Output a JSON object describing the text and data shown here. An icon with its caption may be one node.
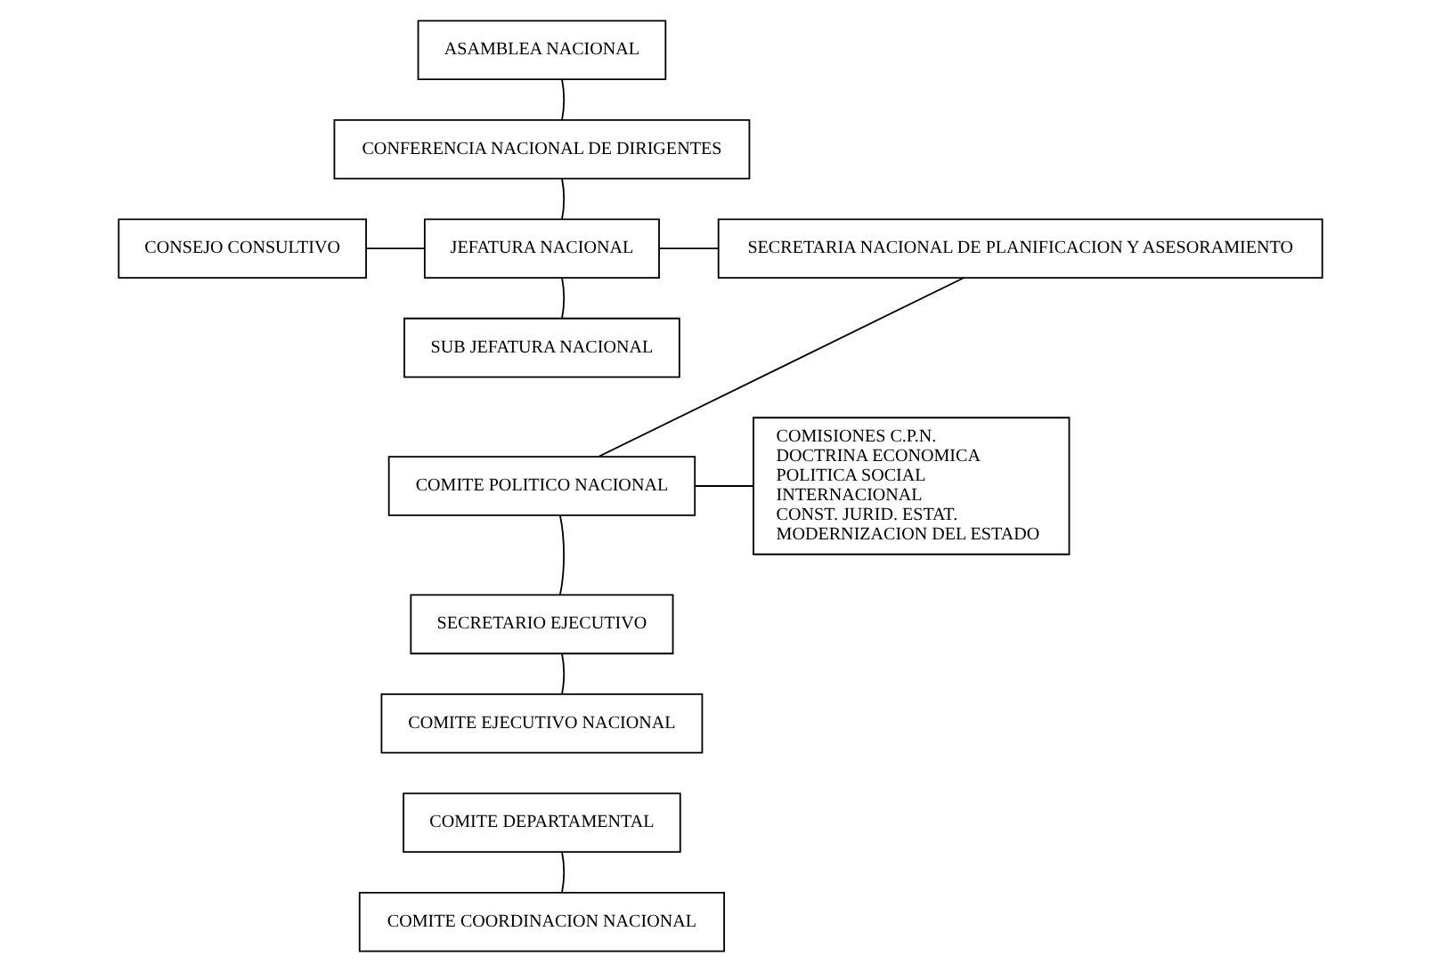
{
  "diagram": {
    "nodes": [
      {
        "text": [
          "ASAMBLEA NACIONAL"
        ]
      },
      {
        "text": [
          "CONFERENCIA NACIONAL DE DIRIGENTES"
        ]
      },
      {
        "text": [
          "CONSEJO CONSULTIVO"
        ]
      },
      {
        "text": [
          "JEFATURA NACIONAL"
        ]
      },
      {
        "text": [
          "SECRETARIA NACIONAL DE PLANIFICACION Y ASESORAMIENTO"
        ]
      },
      {
        "text": [
          "COMISIONES C.P.N.",
          "DOCTRINA ECONOMICA",
          "POLITICA SOCIAL",
          "INTERNACIONAL",
          "CONST. JURID. ESTAT.",
          "MODERNIZACION DEL ESTADO"
        ]
      },
      {
        "text": [
          "SUB JEFATURA NACIONAL"
        ]
      },
      {
        "text": [
          "COMITE POLITICO NACIONAL"
        ]
      },
      {
        "text": [
          "SECRETARIO EJECUTIVO"
        ]
      },
      {
        "text": [
          "COMITE EJECUTIVO NACIONAL"
        ]
      },
      {
        "text": [
          "COMITE DEPARTAMENTAL"
        ]
      },
      {
        "text": [
          "COMITE COORDINACION NACIONAL"
        ]
      }
    ],
    "edges": [
      {
        "from": 0,
        "to": 1,
        "arrow": "none"
      },
      {
        "from": 1,
        "to": 3,
        "arrow": "none"
      },
      {
        "from": 2,
        "to": 3,
        "arrow": "none"
      },
      {
        "from": 3,
        "to": 4,
        "arrow": "none"
      },
      {
        "from": 3,
        "to": 6,
        "arrow": "none"
      },
      {
        "from": 7,
        "to": 5,
        "arrow": "none"
      },
      {
        "from": 7,
        "to": 4,
        "arrow": "none"
      },
      {
        "from": 7,
        "to": 8,
        "arrow": "none"
      },
      {
        "from": 8,
        "to": 9,
        "arrow": "none"
      },
      {
        "from": 10,
        "to": 11,
        "arrow": "none"
      }
    ]
  }
}
